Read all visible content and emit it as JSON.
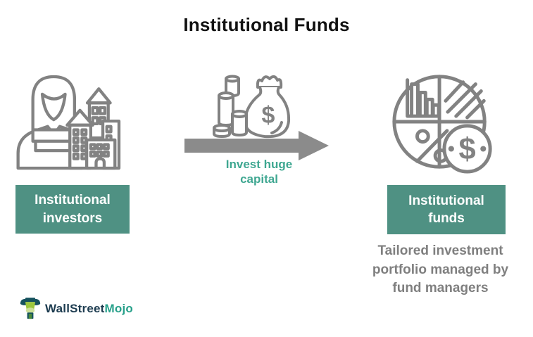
{
  "title": "Institutional Funds",
  "flow": {
    "source": {
      "icon": "investor-with-buildings-icon",
      "label": "Institutional\ninvestors"
    },
    "action": {
      "icon": "money-bag-with-coins-icon",
      "arrow_icon": "right-arrow",
      "caption": "Invest huge\ncapital"
    },
    "target": {
      "icon": "portfolio-pie-chart-icon",
      "label": "Institutional\nfunds",
      "caption": "Tailored investment\nportfolio managed by\nfund managers"
    }
  },
  "logo": {
    "icon": "bull-mascot-icon",
    "text_primary": "WallStreet",
    "text_accent": "Mojo"
  },
  "colors": {
    "label_box_bg": "#4F9183",
    "label_box_text": "#FFFFFF",
    "accent_teal_text": "#3FA791",
    "icon_stroke": "#828282",
    "arrow_fill": "#8B8B8B",
    "muted_text": "#7F7F7F",
    "title_text": "#111111",
    "logo_primary": "#1D3C50",
    "logo_accent": "#27A08A"
  }
}
